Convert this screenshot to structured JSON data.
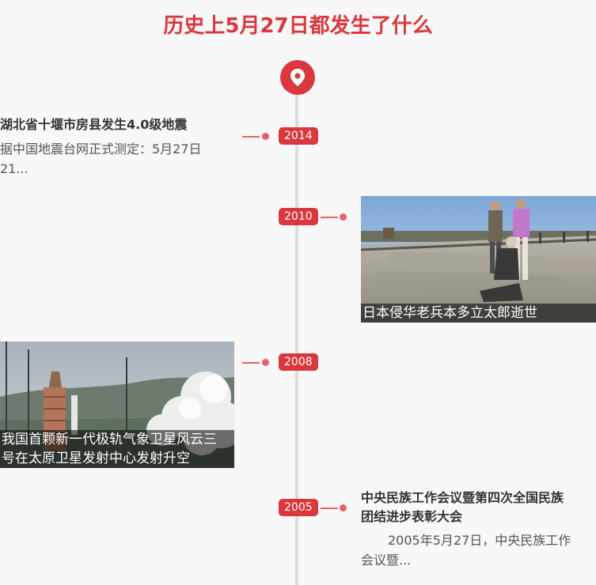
{
  "page": {
    "title": "历史上5月27日都发生了什么"
  },
  "icons": {
    "pin": "location-pin-icon"
  },
  "colors": {
    "accent": "#d9383e",
    "axis": "#dcdcdc"
  },
  "events": [
    {
      "year": "2014",
      "title": "湖北省十堰市房县发生4.0级地震",
      "desc_l1": "据中国地震台网正式测定：5月27日",
      "desc_l2": "21..."
    },
    {
      "year": "2010",
      "caption": "日本侵华老兵本多立太郎逝世"
    },
    {
      "year": "2008",
      "caption_l1": "我国首颗新一代极轨气象卫星风云三",
      "caption_l2": "号在太原卫星发射中心发射升空"
    },
    {
      "year": "2005",
      "title_l1": "中央民族工作会议暨第四次全国民族",
      "title_l2": "团结进步表彰大会",
      "desc_l1": "2005年5月27日，中央民族工作",
      "desc_l2": "会议暨..."
    }
  ]
}
